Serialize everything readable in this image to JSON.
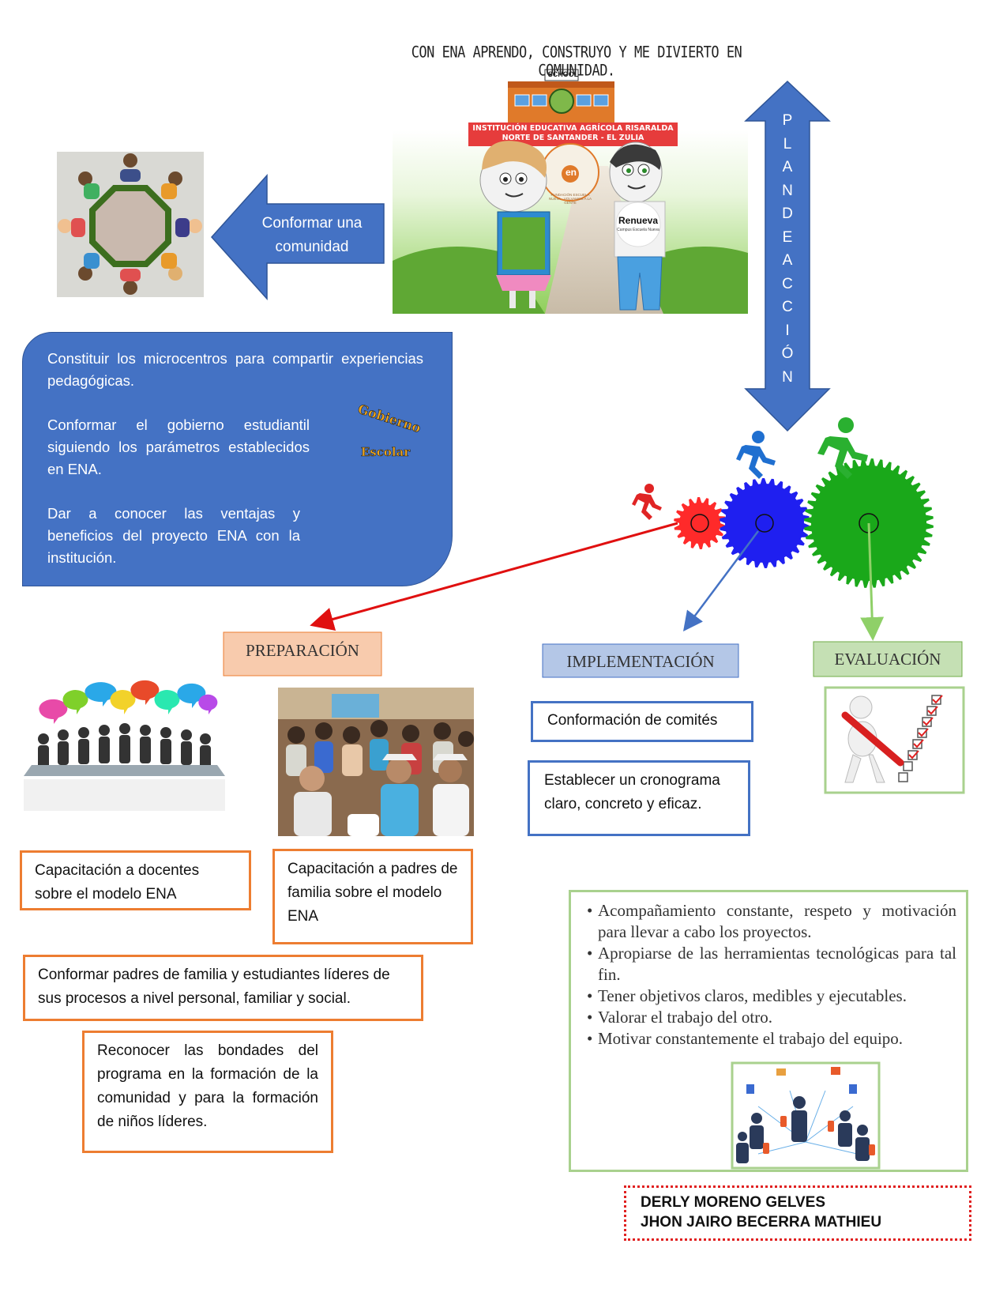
{
  "header": {
    "title": "CON ENA APRENDO, CONSTRUYO Y ME DIVIERTO  EN COMUNIDAD.",
    "school_sign": "SCHOOL",
    "banner_line1": "INSTITUCIÓN EDUCATIVA AGRÍCOLA RISARALDA",
    "banner_line2": "NORTE DE SANTANDER - EL ZULIA",
    "seal_letters": "en",
    "seal_ring_text": "FUNDACIÓN ESCUELA NUEVA · VOLVAMOS A LA GENTE",
    "renueva_logo": "Renueva",
    "renueva_sub": "Campus Escuela Nueva"
  },
  "community_arrow": {
    "label": "Conformar una comunidad"
  },
  "planeacion": {
    "letters": [
      "P",
      "L",
      "A",
      "N",
      "D",
      "E",
      "A",
      "C",
      "C",
      "I",
      "Ó",
      "N"
    ]
  },
  "blue_card": {
    "p1": "Constituir los microcentros para compartir experiencias pedagógicas.",
    "p2": "Conformar el gobierno estudiantil siguiendo los parámetros establecidos en ENA.",
    "p3": "Dar a conocer las ventajas y beneficios del proyecto ENA con la institución.",
    "gobierno_logo_top": "Gobierno",
    "gobierno_logo_bottom": "Escolar"
  },
  "stages": {
    "preparacion": "PREPARACIÓN",
    "implementacion": "IMPLEMENTACIÓN",
    "evaluacion": "EVALUACIÓN"
  },
  "preparacion_boxes": {
    "docentes": "Capacitación a docentes sobre el modelo ENA",
    "padres": "Capacitación a padres de familia sobre el modelo ENA",
    "lideres": "Conformar padres de familia y estudiantes líderes de sus procesos a nivel personal, familiar y social.",
    "bondades": "Reconocer las bondades del programa en la formación de la comunidad y para la formación de niños líderes."
  },
  "implementacion_boxes": {
    "comites": "Conformación de comités",
    "cronograma": "Establecer un cronograma claro, concreto y eficaz."
  },
  "evaluacion_list": [
    "Acompañamiento constante, respeto y motivación para llevar a cabo los proyectos.",
    "Apropiarse de las herramientas tecnológicas para tal fin.",
    "Tener objetivos claros, medibles y ejecutables.",
    "Valorar el trabajo del otro.",
    "Motivar constantemente el trabajo del equipo."
  ],
  "authors": {
    "name1": "DERLY MORENO GELVES",
    "name2": "JHON JAIRO BECERRA MATHIEU"
  },
  "colors": {
    "blue": "#4472c4",
    "orange": "#ed7d31",
    "green_border": "#a9d18e",
    "red_gear": "#ff2a2a",
    "blue_gear": "#1f1ff0",
    "green_gear": "#1aa81a",
    "prep_fill": "#f8cbad",
    "impl_fill": "#b4c7e7",
    "eval_fill": "#c5e0b4"
  },
  "icons": [
    "people-round-table-illustration",
    "gobierno-escolar-logo",
    "leader-figures-illustration",
    "meeting-speech-bubbles-illustration",
    "parents-meeting-photo",
    "checklist-figure-illustration",
    "network-people-illustration",
    "running-figure-icon",
    "gear-icon"
  ]
}
